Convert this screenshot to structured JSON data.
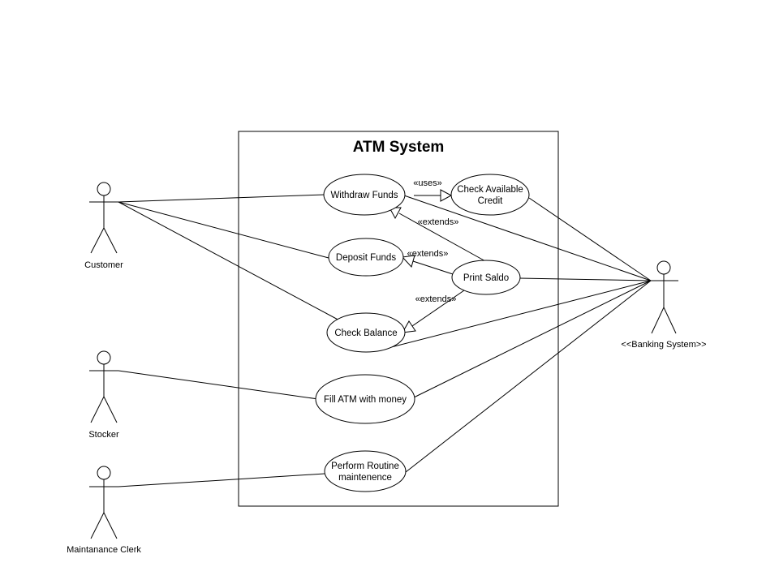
{
  "system": {
    "title": "ATM System"
  },
  "actors": {
    "customer": "Customer",
    "stocker": "Stocker",
    "clerk": "Maintanance Clerk",
    "banking": "<<Banking System>>"
  },
  "use_cases": {
    "withdraw": {
      "line1": "Withdraw Funds"
    },
    "check_credit": {
      "line1": "Check Available",
      "line2": "Credit"
    },
    "deposit": {
      "line1": "Deposit Funds"
    },
    "print_saldo": {
      "line1": "Print Saldo"
    },
    "check_balance": {
      "line1": "Check Balance"
    },
    "fill_atm": {
      "line1": "Fill ATM with money"
    },
    "maintenance": {
      "line1": "Perform Routine",
      "line2": "maintenence"
    }
  },
  "relations": {
    "uses": "«uses»",
    "extends_withdraw": "«extends»",
    "extends_deposit": "«extends»",
    "extends_balance": "«extends»"
  }
}
